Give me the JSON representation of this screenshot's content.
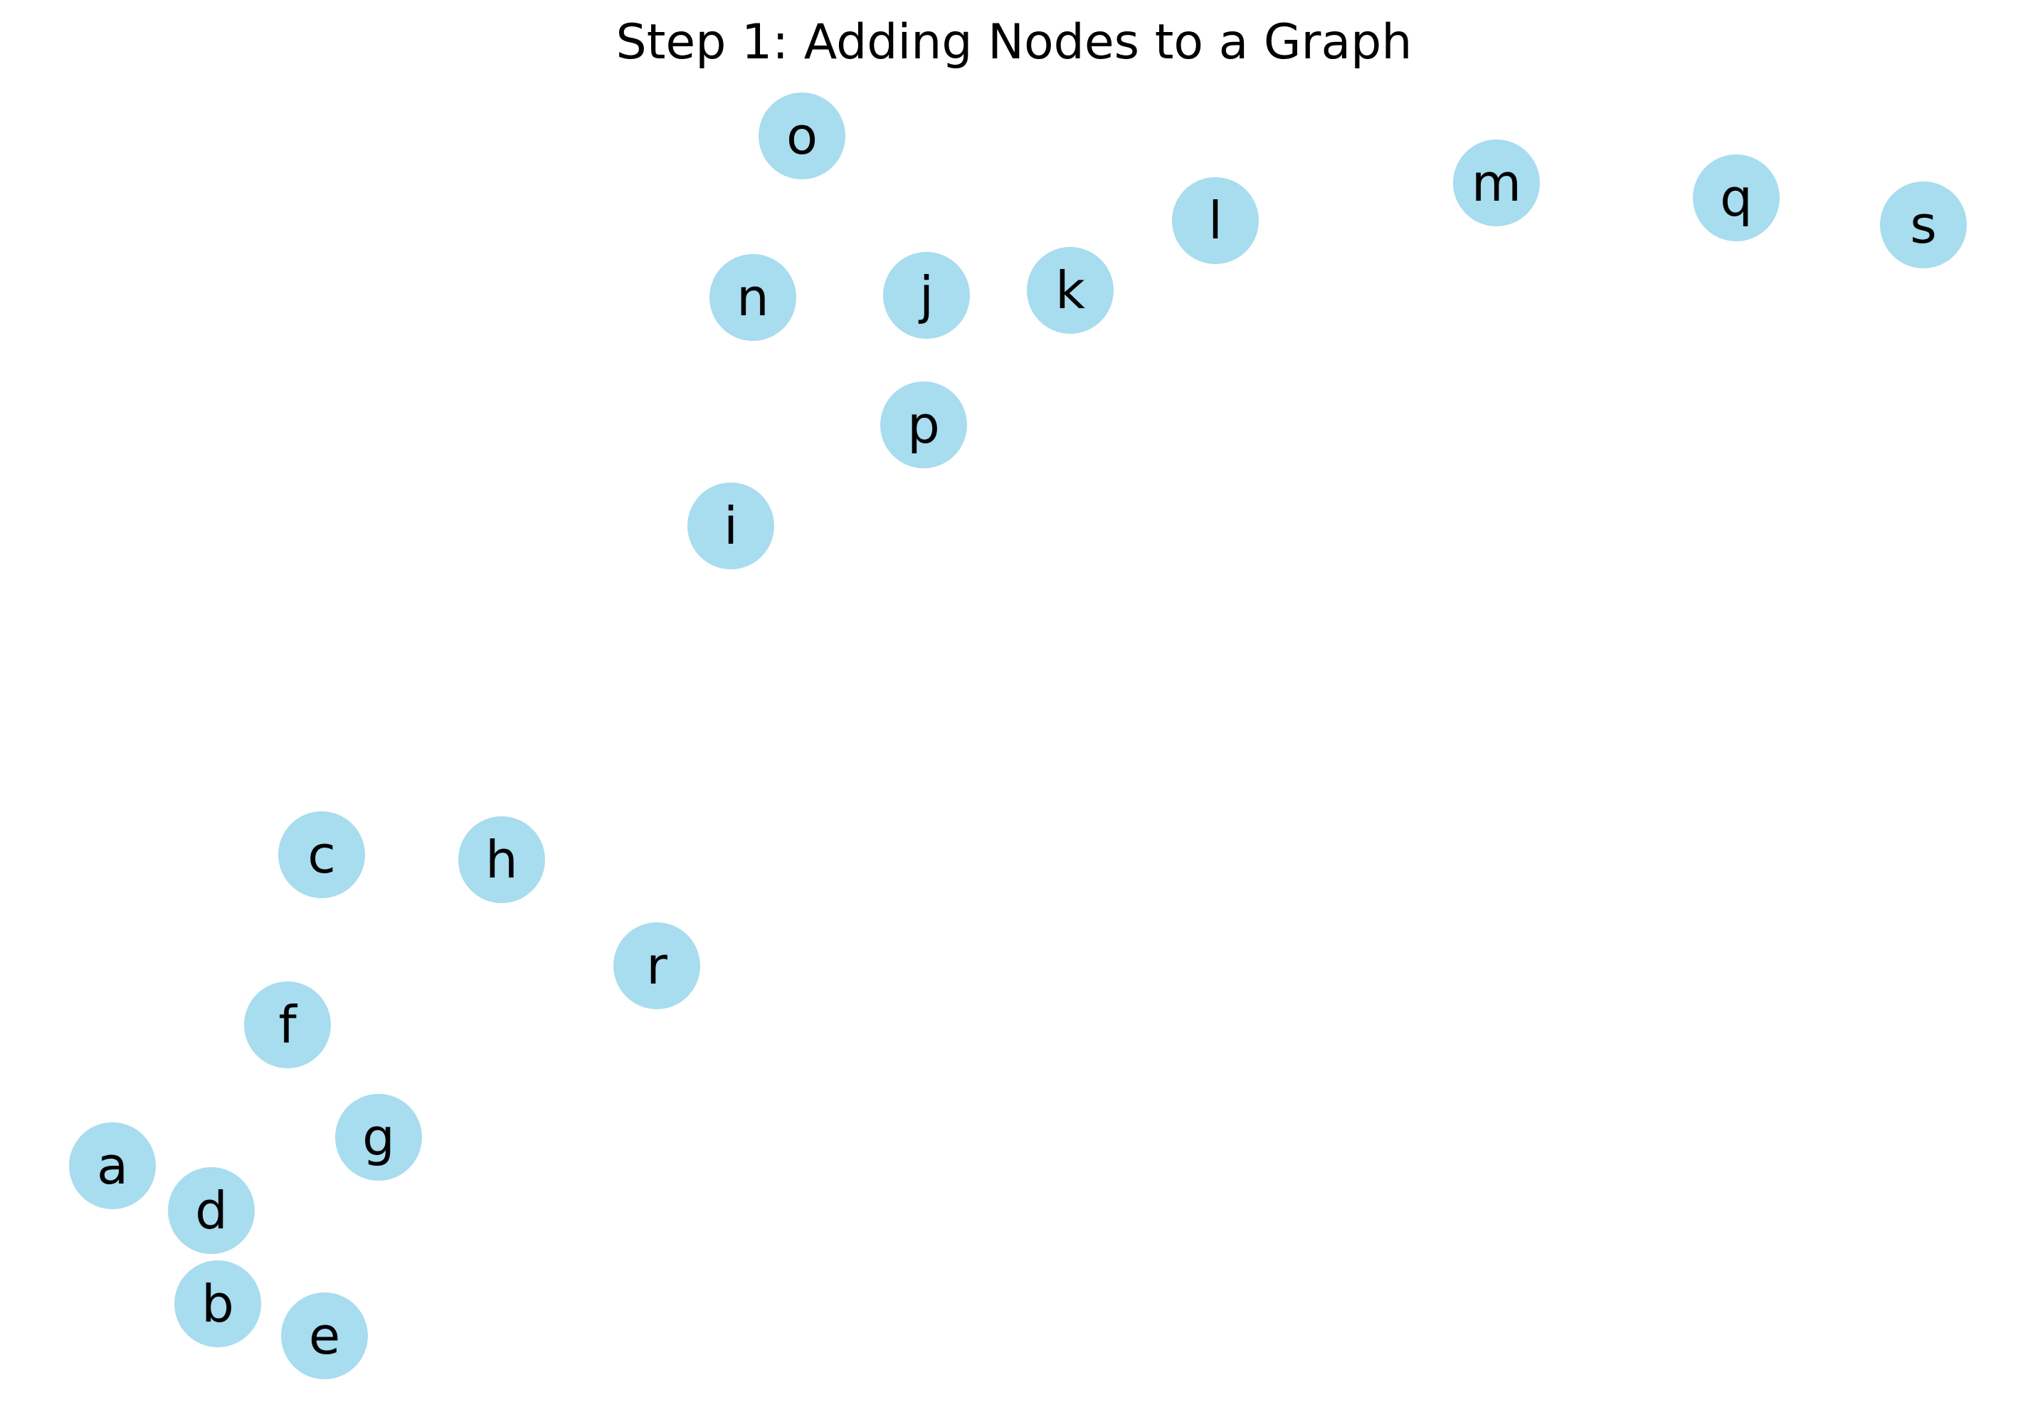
{
  "title": "Step 1: Adding Nodes to a Graph",
  "colors": {
    "node_fill": "#a8dcef",
    "label": "#000000",
    "background": "#ffffff"
  },
  "nodes": [
    {
      "id": "a",
      "label": "a"
    },
    {
      "id": "b",
      "label": "b"
    },
    {
      "id": "c",
      "label": "c"
    },
    {
      "id": "d",
      "label": "d"
    },
    {
      "id": "e",
      "label": "e"
    },
    {
      "id": "f",
      "label": "f"
    },
    {
      "id": "g",
      "label": "g"
    },
    {
      "id": "h",
      "label": "h"
    },
    {
      "id": "i",
      "label": "i"
    },
    {
      "id": "j",
      "label": "j"
    },
    {
      "id": "k",
      "label": "k"
    },
    {
      "id": "l",
      "label": "l"
    },
    {
      "id": "m",
      "label": "m"
    },
    {
      "id": "n",
      "label": "n"
    },
    {
      "id": "o",
      "label": "o"
    },
    {
      "id": "p",
      "label": "p"
    },
    {
      "id": "q",
      "label": "q"
    },
    {
      "id": "r",
      "label": "r"
    },
    {
      "id": "s",
      "label": "s"
    }
  ],
  "edges": []
}
